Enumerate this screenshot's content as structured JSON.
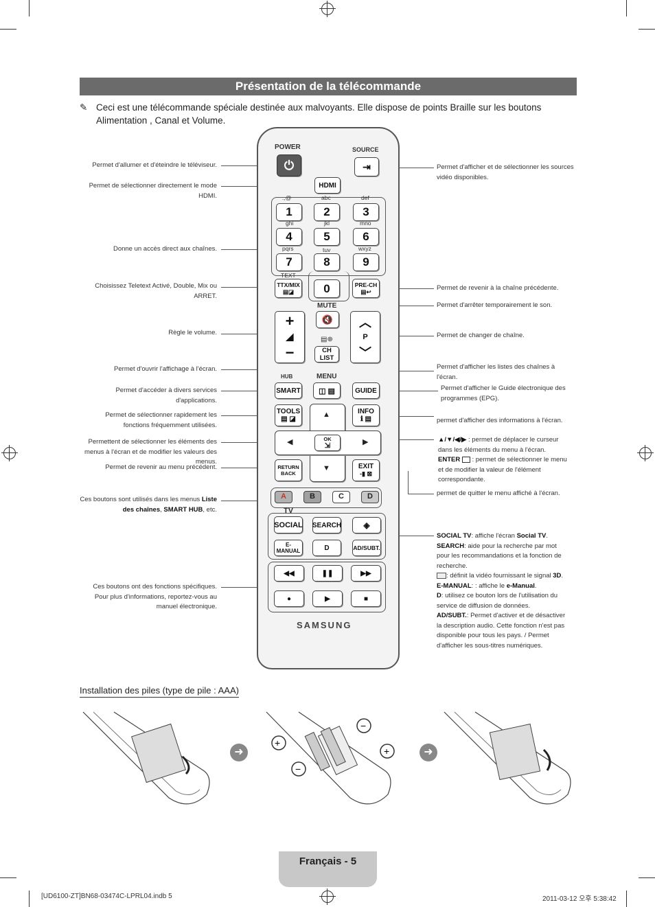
{
  "page": {
    "title": "Présentation de la télécommande",
    "intro": "Ceci est une télécommande spéciale destinée aux malvoyants. Elle dispose de points Braille sur les boutons Alimentation , Canal et Volume.",
    "pen_icon": "✎",
    "battery_title": "Installation des piles (type de pile : AAA)",
    "footer": "Français - 5",
    "file_info": "[UD6100-ZT]BN68-03474C-LPRL04.indb   5",
    "timestamp": "2011-03-12   오후 5:38:42"
  },
  "left_annotations": [
    "Permet d'allumer et d'éteindre le téléviseur.",
    "Permet de sélectionner directement le mode HDMI.",
    "Donne un accès direct aux chaînes.",
    "Choisissez Teletext Activé, Double, Mix ou ARRET.",
    "Règle le volume.",
    "Permet d'ouvrir l'affichage à l'écran.",
    "Permet d'accéder à divers services d'applications.",
    "Permet de sélectionner rapidement les fonctions fréquemment utilisées.",
    "Permettent de sélectionner les éléments des menus à l'écran et de modifier les valeurs des menus.",
    "Permet de revenir au menu précédent.",
    "Ces boutons sont utilisés dans les menus",
    "Ces boutons ont des fonctions spécifiques. Pour plus d'informations, reportez-vous au manuel électronique."
  ],
  "color_note": {
    "bold1": "Liste des chaînes",
    "sep": ", ",
    "bold2": "SMART HUB",
    "tail": ", etc."
  },
  "right_annotations": [
    "Permet d'afficher et de sélectionner les sources vidéo disponibles.",
    "Permet de revenir à la chaîne précédente.",
    "Permet d'arrêter temporairement le son.",
    "Permet de changer de chaîne.",
    "Permet d'afficher les listes des chaînes à l'écran.",
    "Permet d'afficher le Guide électronique des programmes (EPG).",
    "permet d'afficher des informations à l'écran.",
    "permet de quitter le menu affiché à l'écran."
  ],
  "nav_note": {
    "arrows": "▲/▼/◀/▶",
    "arrows_text": " : permet de déplacer le curseur dans les éléments du menu à l'écran.",
    "enter": "ENTER",
    "enter_text": " : permet de sélectionner le menu et de modifier la valeur de l'élément correspondante."
  },
  "social_note": [
    {
      "key": "SOCIAL TV",
      "text": ": affiche l'écran ",
      "em": "Social TV",
      "end": "."
    },
    {
      "key": "SEARCH",
      "text": ": aide pour la recherche par mot pour les recommandations et la fonction de recherche.",
      "em": "",
      "end": ""
    },
    {
      "key": "",
      "text": ": définit la vidéo fournissant le signal ",
      "em": "3D",
      "end": "."
    },
    {
      "key": "E-MANUAL",
      "text": ":  : affiche le ",
      "em": "e-Manual",
      "end": "."
    },
    {
      "key": "D",
      "text": ": utilisez ce bouton lors de l'utilisation du service de diffusion de données.",
      "em": "",
      "end": ""
    },
    {
      "key": "AD/SUBT.",
      "text": ": Permet d'activer et de désactiver la description audio. Cette fonction n'est pas disponible pour tous les pays. / Permet d'afficher les sous-titres numériques.",
      "em": "",
      "end": ""
    }
  ],
  "remote": {
    "power": "POWER",
    "source": "SOURCE",
    "hdmi": "HDMI",
    "keys": [
      "1",
      "2",
      "3",
      "4",
      "5",
      "6",
      "7",
      "8",
      "9",
      "0"
    ],
    "key_letters": [
      ".,@",
      "abc",
      "def",
      "ghi",
      "jkl",
      "mno",
      "pqrs",
      "tuv",
      "wxyz"
    ],
    "text_lbl": "TEXT",
    "ttx": "TTX/MIX",
    "prech": "PRE-CH",
    "mute": "MUTE",
    "chlist": "CH LIST",
    "p": "P",
    "hub": "HUB",
    "smart": "SMART",
    "menu": "MENU",
    "guide": "GUIDE",
    "tools": "TOOLS",
    "info": "INFO",
    "ok": "OK",
    "ret": "RETURN",
    "back": "BACK",
    "exit": "EXIT",
    "colors": [
      "A",
      "B",
      "C",
      "D"
    ],
    "tv": "TV",
    "social": "SOCIAL",
    "search": "SEARCH",
    "emanual": "E-MANUAL",
    "d": "D",
    "adsubt": "AD/SUBT.",
    "brand": "SAMSUNG"
  },
  "colors": {
    "title_bar": "#6b6b6b",
    "footer_tab": "#c8c8c8",
    "a": "#c0392b",
    "b": "#3a9a3a",
    "c": "#e0c030",
    "d": "#3a6ac0"
  }
}
